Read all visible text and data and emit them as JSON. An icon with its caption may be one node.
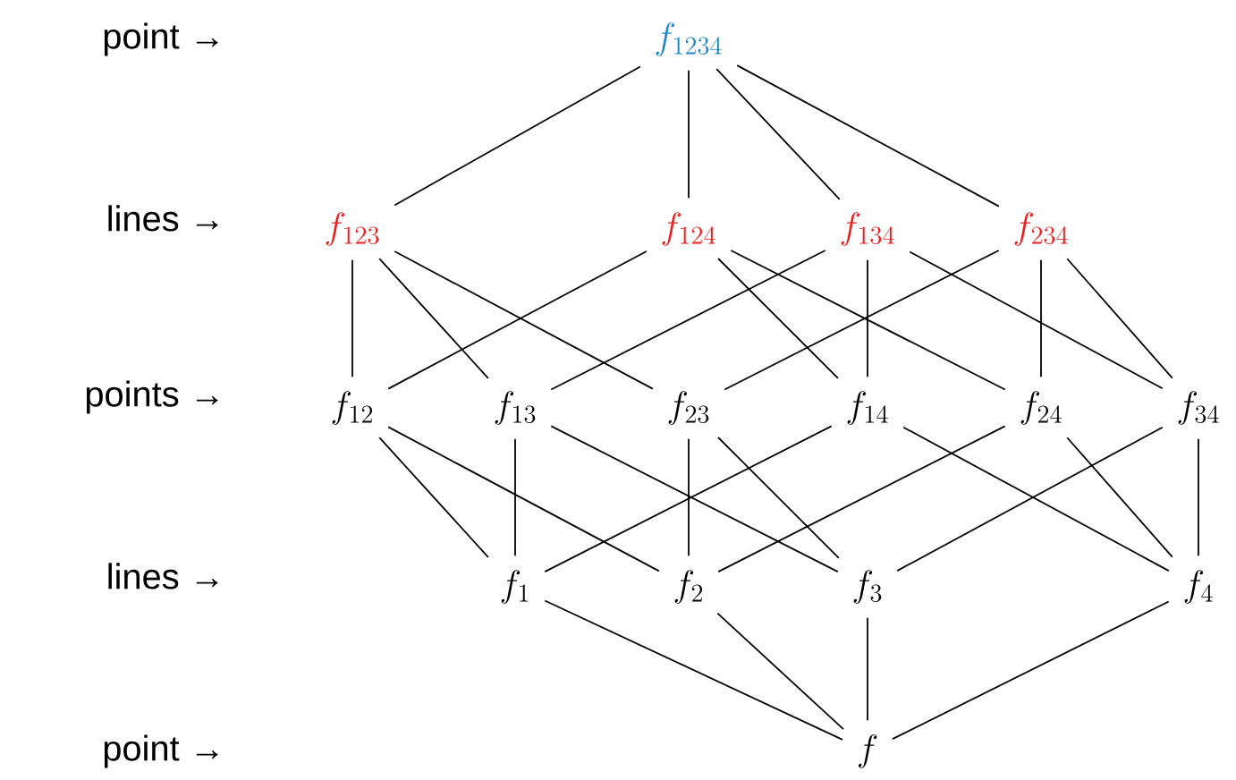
{
  "diagram": {
    "nodes": [
      {
        "text": [
          "f_{1234}"
        ]
      },
      {
        "text": [
          "f_{123}"
        ]
      },
      {
        "text": [
          "f_{124}"
        ]
      },
      {
        "text": [
          "f_{134}"
        ]
      },
      {
        "text": [
          "f_{234}"
        ]
      },
      {
        "text": [
          "f_{12}"
        ]
      },
      {
        "text": [
          "f_{13}"
        ]
      },
      {
        "text": [
          "f_{23}"
        ]
      },
      {
        "text": [
          "f_{14}"
        ]
      },
      {
        "text": [
          "f_{24}"
        ]
      },
      {
        "text": [
          "f_{34}"
        ]
      },
      {
        "text": [
          "f_{1}"
        ]
      },
      {
        "text": [
          "f_{2}"
        ]
      },
      {
        "text": [
          "f_{3}"
        ]
      },
      {
        "text": [
          "f_{4}"
        ]
      },
      {
        "text": [
          "f"
        ]
      }
    ],
    "edges": [
      {
        "from": 0,
        "to": 1,
        "arrow": "none"
      },
      {
        "from": 0,
        "to": 2,
        "arrow": "none"
      },
      {
        "from": 0,
        "to": 3,
        "arrow": "none"
      },
      {
        "from": 0,
        "to": 4,
        "arrow": "none"
      },
      {
        "from": 1,
        "to": 5,
        "arrow": "none"
      },
      {
        "from": 1,
        "to": 6,
        "arrow": "none"
      },
      {
        "from": 1,
        "to": 7,
        "arrow": "none"
      },
      {
        "from": 2,
        "to": 5,
        "arrow": "none"
      },
      {
        "from": 2,
        "to": 8,
        "arrow": "none"
      },
      {
        "from": 2,
        "to": 9,
        "arrow": "none"
      },
      {
        "from": 3,
        "to": 6,
        "arrow": "none"
      },
      {
        "from": 3,
        "to": 8,
        "arrow": "none"
      },
      {
        "from": 3,
        "to": 10,
        "arrow": "none"
      },
      {
        "from": 4,
        "to": 7,
        "arrow": "none"
      },
      {
        "from": 4,
        "to": 9,
        "arrow": "none"
      },
      {
        "from": 4,
        "to": 10,
        "arrow": "none"
      },
      {
        "from": 5,
        "to": 11,
        "arrow": "none"
      },
      {
        "from": 5,
        "to": 12,
        "arrow": "none"
      },
      {
        "from": 6,
        "to": 11,
        "arrow": "none"
      },
      {
        "from": 6,
        "to": 13,
        "arrow": "none"
      },
      {
        "from": 7,
        "to": 12,
        "arrow": "none"
      },
      {
        "from": 7,
        "to": 13,
        "arrow": "none"
      },
      {
        "from": 8,
        "to": 11,
        "arrow": "none"
      },
      {
        "from": 8,
        "to": 14,
        "arrow": "none"
      },
      {
        "from": 9,
        "to": 12,
        "arrow": "none"
      },
      {
        "from": 9,
        "to": 14,
        "arrow": "none"
      },
      {
        "from": 10,
        "to": 13,
        "arrow": "none"
      },
      {
        "from": 10,
        "to": 14,
        "arrow": "none"
      },
      {
        "from": 11,
        "to": 15,
        "arrow": "none"
      },
      {
        "from": 12,
        "to": 15,
        "arrow": "none"
      },
      {
        "from": 13,
        "to": 15,
        "arrow": "none"
      },
      {
        "from": 14,
        "to": 15,
        "arrow": "none"
      }
    ],
    "labels": [
      "point →",
      "lines →",
      "points →",
      "lines →",
      "point →"
    ]
  }
}
